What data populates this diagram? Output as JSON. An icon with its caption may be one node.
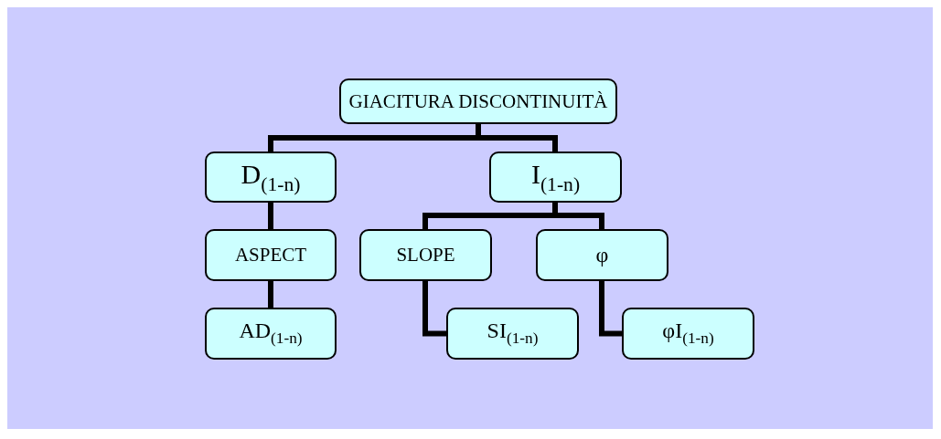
{
  "diagram": {
    "nodes": [
      {
        "text": [
          "GIACITURA DISCONTINUITÀ"
        ]
      },
      {
        "text": [
          "D$_{(1-n)}$"
        ]
      },
      {
        "text": [
          "I$_{(1-n)}$"
        ]
      },
      {
        "text": [
          "ASPECT"
        ]
      },
      {
        "text": [
          "SLOPE"
        ]
      },
      {
        "text": [
          "φ"
        ]
      },
      {
        "text": [
          "AD$_{(1-n)}$"
        ]
      },
      {
        "text": [
          "SI$_{(1-n)}$"
        ]
      },
      {
        "text": [
          "φI$_{(1-n)}$"
        ]
      }
    ],
    "edges": [
      {
        "from": 0,
        "to": 1,
        "arrow": "none"
      },
      {
        "from": 0,
        "to": 2,
        "arrow": "none"
      },
      {
        "from": 1,
        "to": 3,
        "arrow": "none"
      },
      {
        "from": 3,
        "to": 6,
        "arrow": "none"
      },
      {
        "from": 2,
        "to": 4,
        "arrow": "none"
      },
      {
        "from": 2,
        "to": 5,
        "arrow": "none"
      },
      {
        "from": 4,
        "to": 7,
        "arrow": "none"
      },
      {
        "from": 5,
        "to": 8,
        "arrow": "none"
      }
    ]
  }
}
